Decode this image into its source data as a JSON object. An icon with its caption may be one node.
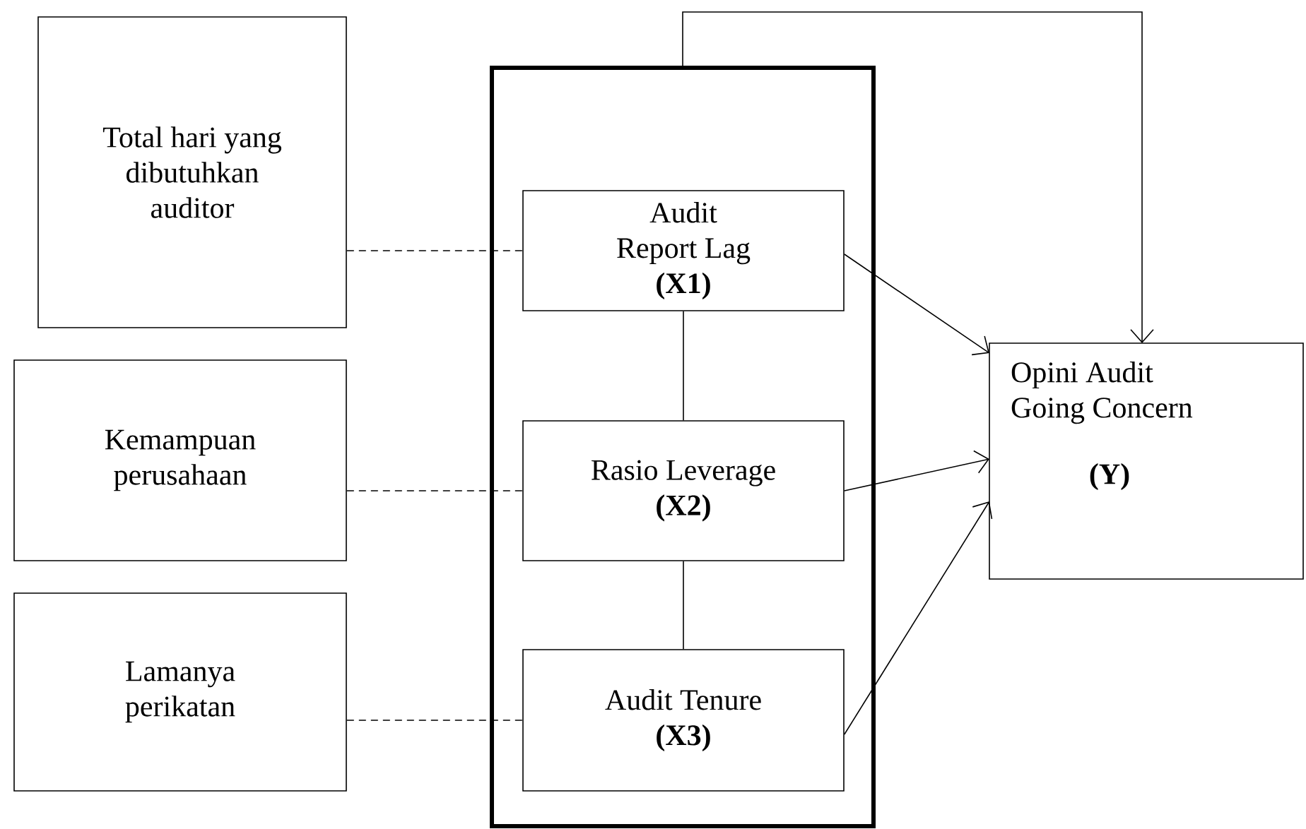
{
  "diagram": {
    "nodes": [
      {
        "text": [
          "Total hari yang dibutuhkan auditor"
        ]
      },
      {
        "text": [
          "Kemampuan perusahaan"
        ]
      },
      {
        "text": [
          "Lamanya perikatan"
        ]
      },
      {
        "text": [],
        "shape": "box"
      },
      {
        "text": [
          "Audit Report Lag",
          "(X1)"
        ],
        "in": 3
      },
      {
        "text": [
          "Rasio Leverage",
          "(X2)"
        ],
        "in": 3
      },
      {
        "text": [
          "Audit Tenure",
          "(X3)"
        ],
        "in": 3
      },
      {
        "text": [
          "Opini Audit Going Concern",
          "(Y)"
        ]
      }
    ],
    "edges": [
      {
        "from": 0,
        "to": 4,
        "arrow": "none",
        "style": "dashed"
      },
      {
        "from": 1,
        "to": 5,
        "arrow": "none",
        "style": "dashed"
      },
      {
        "from": 2,
        "to": 6,
        "arrow": "none",
        "style": "dashed"
      },
      {
        "from": 4,
        "to": 5,
        "arrow": "none"
      },
      {
        "from": 5,
        "to": 6,
        "arrow": "none"
      },
      {
        "from": 4,
        "to": 7,
        "arrow": "to"
      },
      {
        "from": 5,
        "to": 7,
        "arrow": "to"
      },
      {
        "from": 6,
        "to": 7,
        "arrow": "to"
      },
      {
        "from": 3,
        "to": 7,
        "arrow": "to"
      }
    ]
  }
}
